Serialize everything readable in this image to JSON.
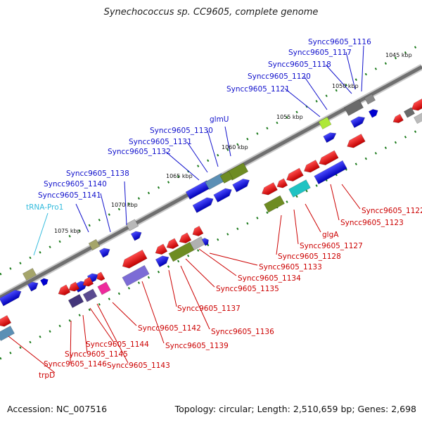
{
  "title": "Synechococcus sp. CC9605, complete genome",
  "footer": {
    "accession": "Accession: NC_007516",
    "summary": "Topology: circular; Length: 2,510,659 bp; Genes: 2,698"
  },
  "colors": {
    "forward_label": "#1111cc",
    "reverse_label": "#cc0000",
    "trna_label": "#33bbdd",
    "backbone": "#888888"
  },
  "scale_labels": [
    "1045 kbp",
    "1050 kbp",
    "1055 kbp",
    "1060 kbp",
    "1065 kbp",
    "1070 kbp",
    "1075 kbp"
  ],
  "forward_labels": [
    "Syncc9605_1116",
    "Syncc9605_1117",
    "Syncc9605_1118",
    "Syncc9605_1120",
    "Syncc9605_1121",
    "glmU",
    "Syncc9605_1130",
    "Syncc9605_1131",
    "Syncc9605_1132",
    "Syncc9605_1138",
    "Syncc9605_1140",
    "Syncc9605_1141"
  ],
  "trna_labels": [
    "tRNA-Pro1"
  ],
  "reverse_labels": [
    "Syncc9605_1122",
    "Syncc9605_1123",
    "glgA",
    "Syncc9605_1127",
    "Syncc9605_1128",
    "Syncc9605_1133",
    "Syncc9605_1134",
    "Syncc9605_1135",
    "Syncc9605_1136",
    "Syncc9605_1137",
    "Syncc9605_1139",
    "Syncc9605_1142",
    "Syncc9605_1143",
    "Syncc9605_1144",
    "Syncc9605_1145",
    "Syncc9605_1146",
    "trpD"
  ]
}
